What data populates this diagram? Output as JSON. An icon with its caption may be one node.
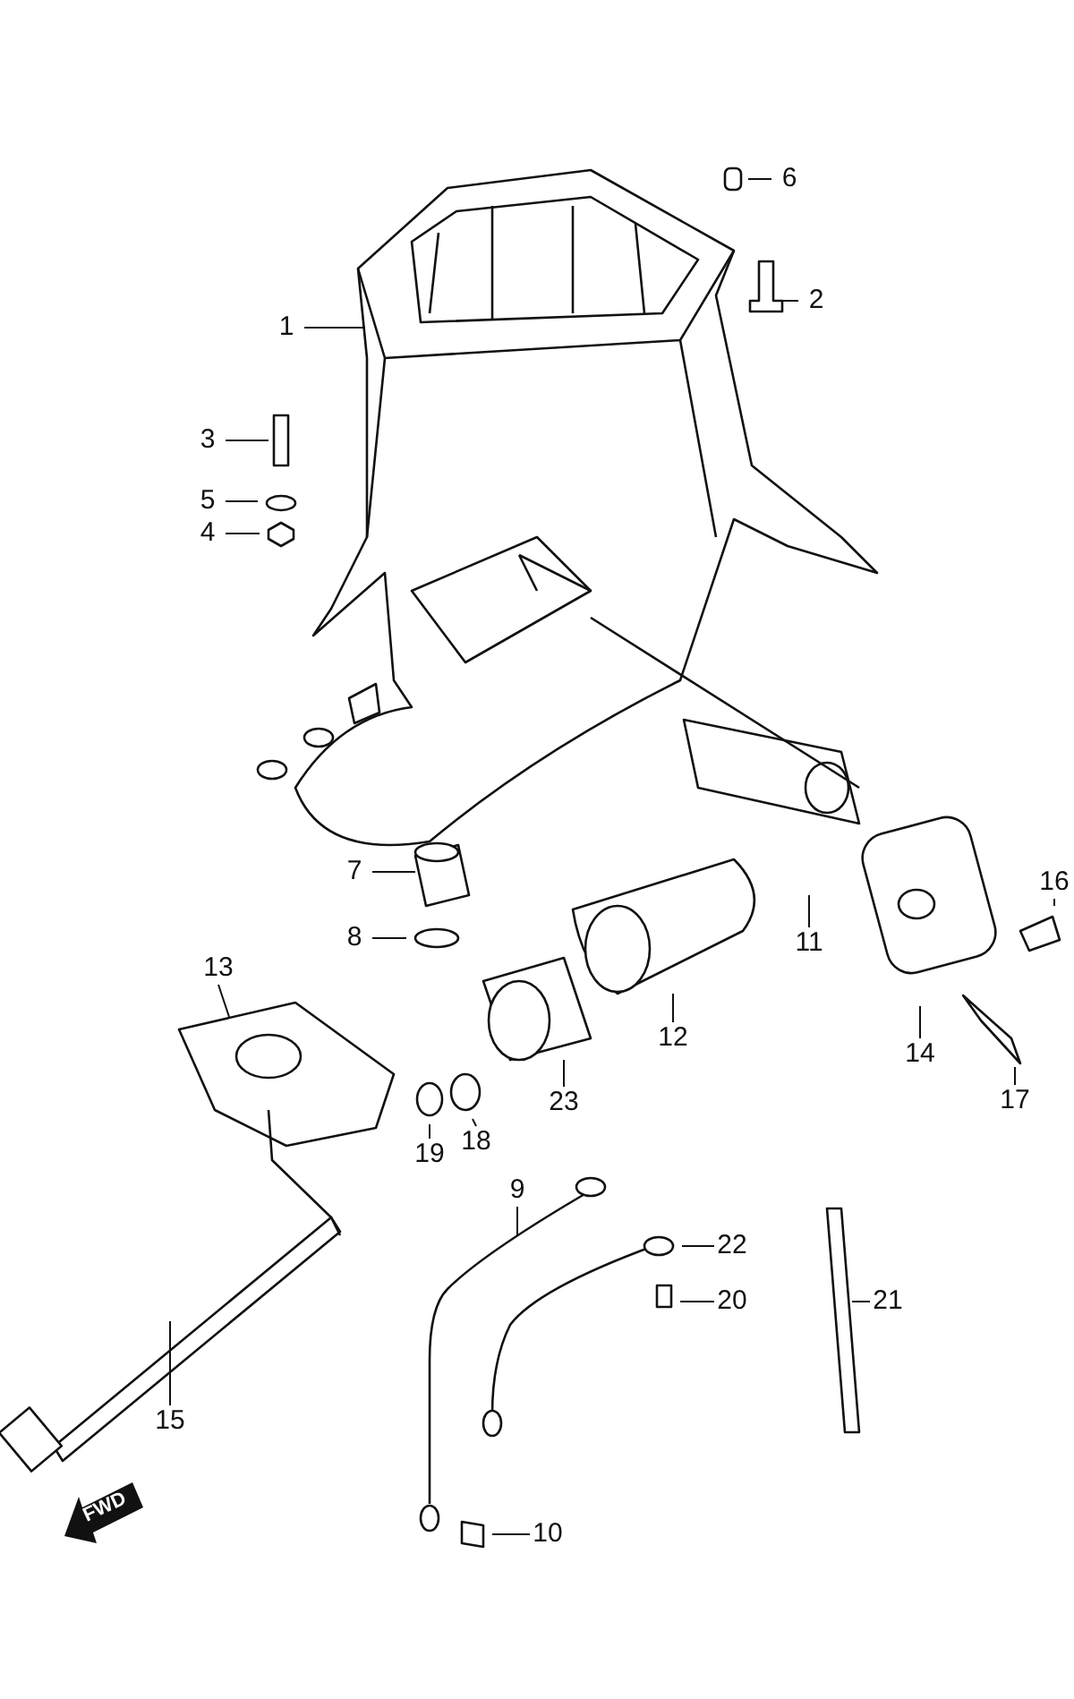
{
  "diagram": {
    "nodes": [
      {
        "text": [
          "6"
        ]
      },
      {
        "text": [
          "2"
        ]
      },
      {
        "text": [
          "1"
        ]
      },
      {
        "text": [
          "3"
        ]
      },
      {
        "text": [
          "5"
        ]
      },
      {
        "text": [
          "4"
        ]
      },
      {
        "text": [
          "7"
        ]
      },
      {
        "text": [
          "11"
        ]
      },
      {
        "text": [
          "16"
        ]
      },
      {
        "text": [
          "8"
        ]
      },
      {
        "text": [
          "13"
        ]
      },
      {
        "text": [
          "12"
        ]
      },
      {
        "text": [
          "14"
        ]
      },
      {
        "text": [
          "17"
        ]
      },
      {
        "text": [
          "23"
        ]
      },
      {
        "text": [
          "18"
        ]
      },
      {
        "text": [
          "19"
        ]
      },
      {
        "text": [
          "9"
        ]
      },
      {
        "text": [
          "22"
        ]
      },
      {
        "text": [
          "20"
        ]
      },
      {
        "text": [
          "21"
        ]
      },
      {
        "text": [
          "15"
        ]
      },
      {
        "text": [
          "10"
        ]
      }
    ],
    "edges": [
      {
        "from": 0,
        "to": null,
        "arrow": "none"
      },
      {
        "from": 1,
        "to": null,
        "arrow": "none"
      },
      {
        "from": 2,
        "to": null,
        "arrow": "none"
      },
      {
        "from": 3,
        "to": null,
        "arrow": "none"
      },
      {
        "from": 4,
        "to": null,
        "arrow": "none"
      },
      {
        "from": 5,
        "to": null,
        "arrow": "none"
      },
      {
        "from": 6,
        "to": null,
        "arrow": "none"
      },
      {
        "from": 7,
        "to": null,
        "arrow": "none"
      },
      {
        "from": 8,
        "to": null,
        "arrow": "none"
      },
      {
        "from": 9,
        "to": null,
        "arrow": "none"
      },
      {
        "from": 10,
        "to": null,
        "arrow": "none"
      },
      {
        "from": 11,
        "to": null,
        "arrow": "none"
      },
      {
        "from": 12,
        "to": null,
        "arrow": "none"
      },
      {
        "from": 13,
        "to": null,
        "arrow": "none"
      },
      {
        "from": 14,
        "to": null,
        "arrow": "none"
      },
      {
        "from": 15,
        "to": null,
        "arrow": "none"
      },
      {
        "from": 16,
        "to": null,
        "arrow": "none"
      },
      {
        "from": 17,
        "to": null,
        "arrow": "none"
      },
      {
        "from": 18,
        "to": null,
        "arrow": "none"
      },
      {
        "from": 19,
        "to": null,
        "arrow": "none"
      },
      {
        "from": 20,
        "to": null,
        "arrow": "none"
      },
      {
        "from": 21,
        "to": null,
        "arrow": "none"
      },
      {
        "from": 22,
        "to": null,
        "arrow": "none"
      }
    ],
    "labels": [
      "FWD"
    ]
  }
}
